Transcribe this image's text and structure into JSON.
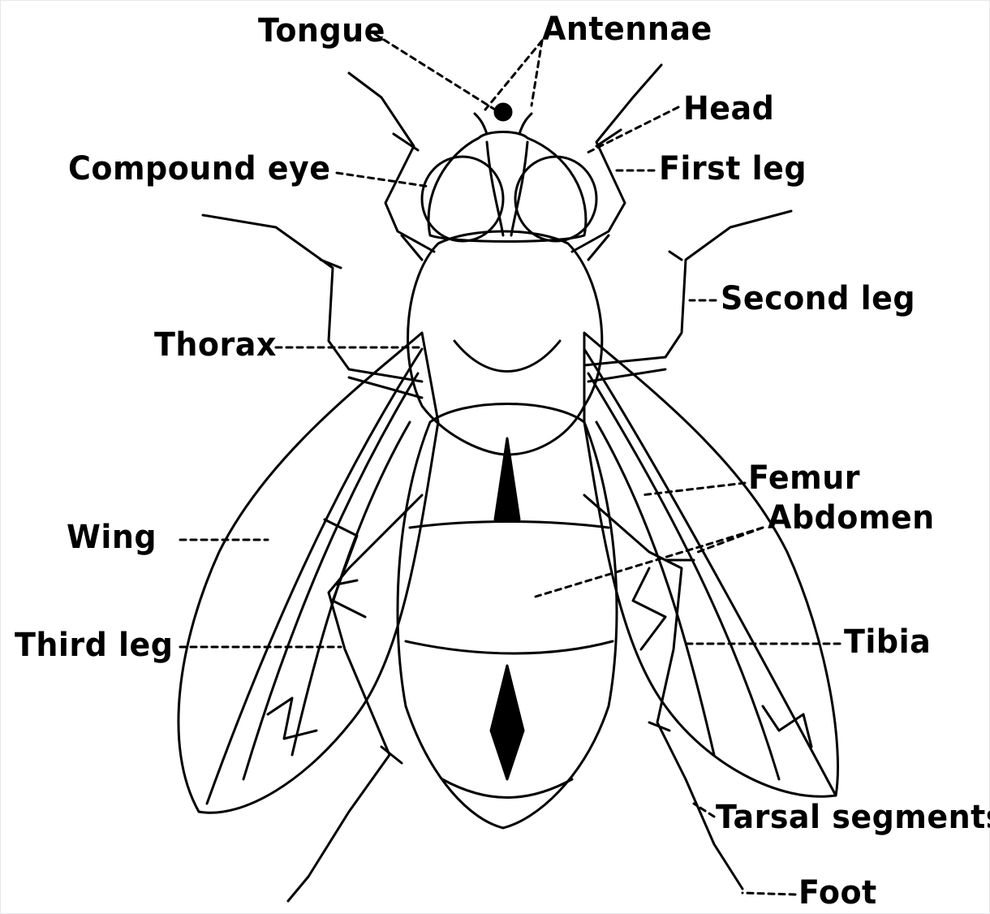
{
  "labels": {
    "tongue": "Tongue",
    "antennae": "Antennae",
    "head": "Head",
    "compound_eye": "Compound eye",
    "first_leg": "First leg",
    "second_leg": "Second leg",
    "thorax": "Thorax",
    "femur": "Femur",
    "abdomen": "Abdomen",
    "wing": "Wing",
    "third_leg": "Third leg",
    "tibia": "Tibia",
    "tarsal_segments": "Tarsal segments",
    "foot": "Foot"
  },
  "colors": {
    "ink": "#000000",
    "paper": "#ffffff",
    "frame": "#e6e8ec"
  }
}
